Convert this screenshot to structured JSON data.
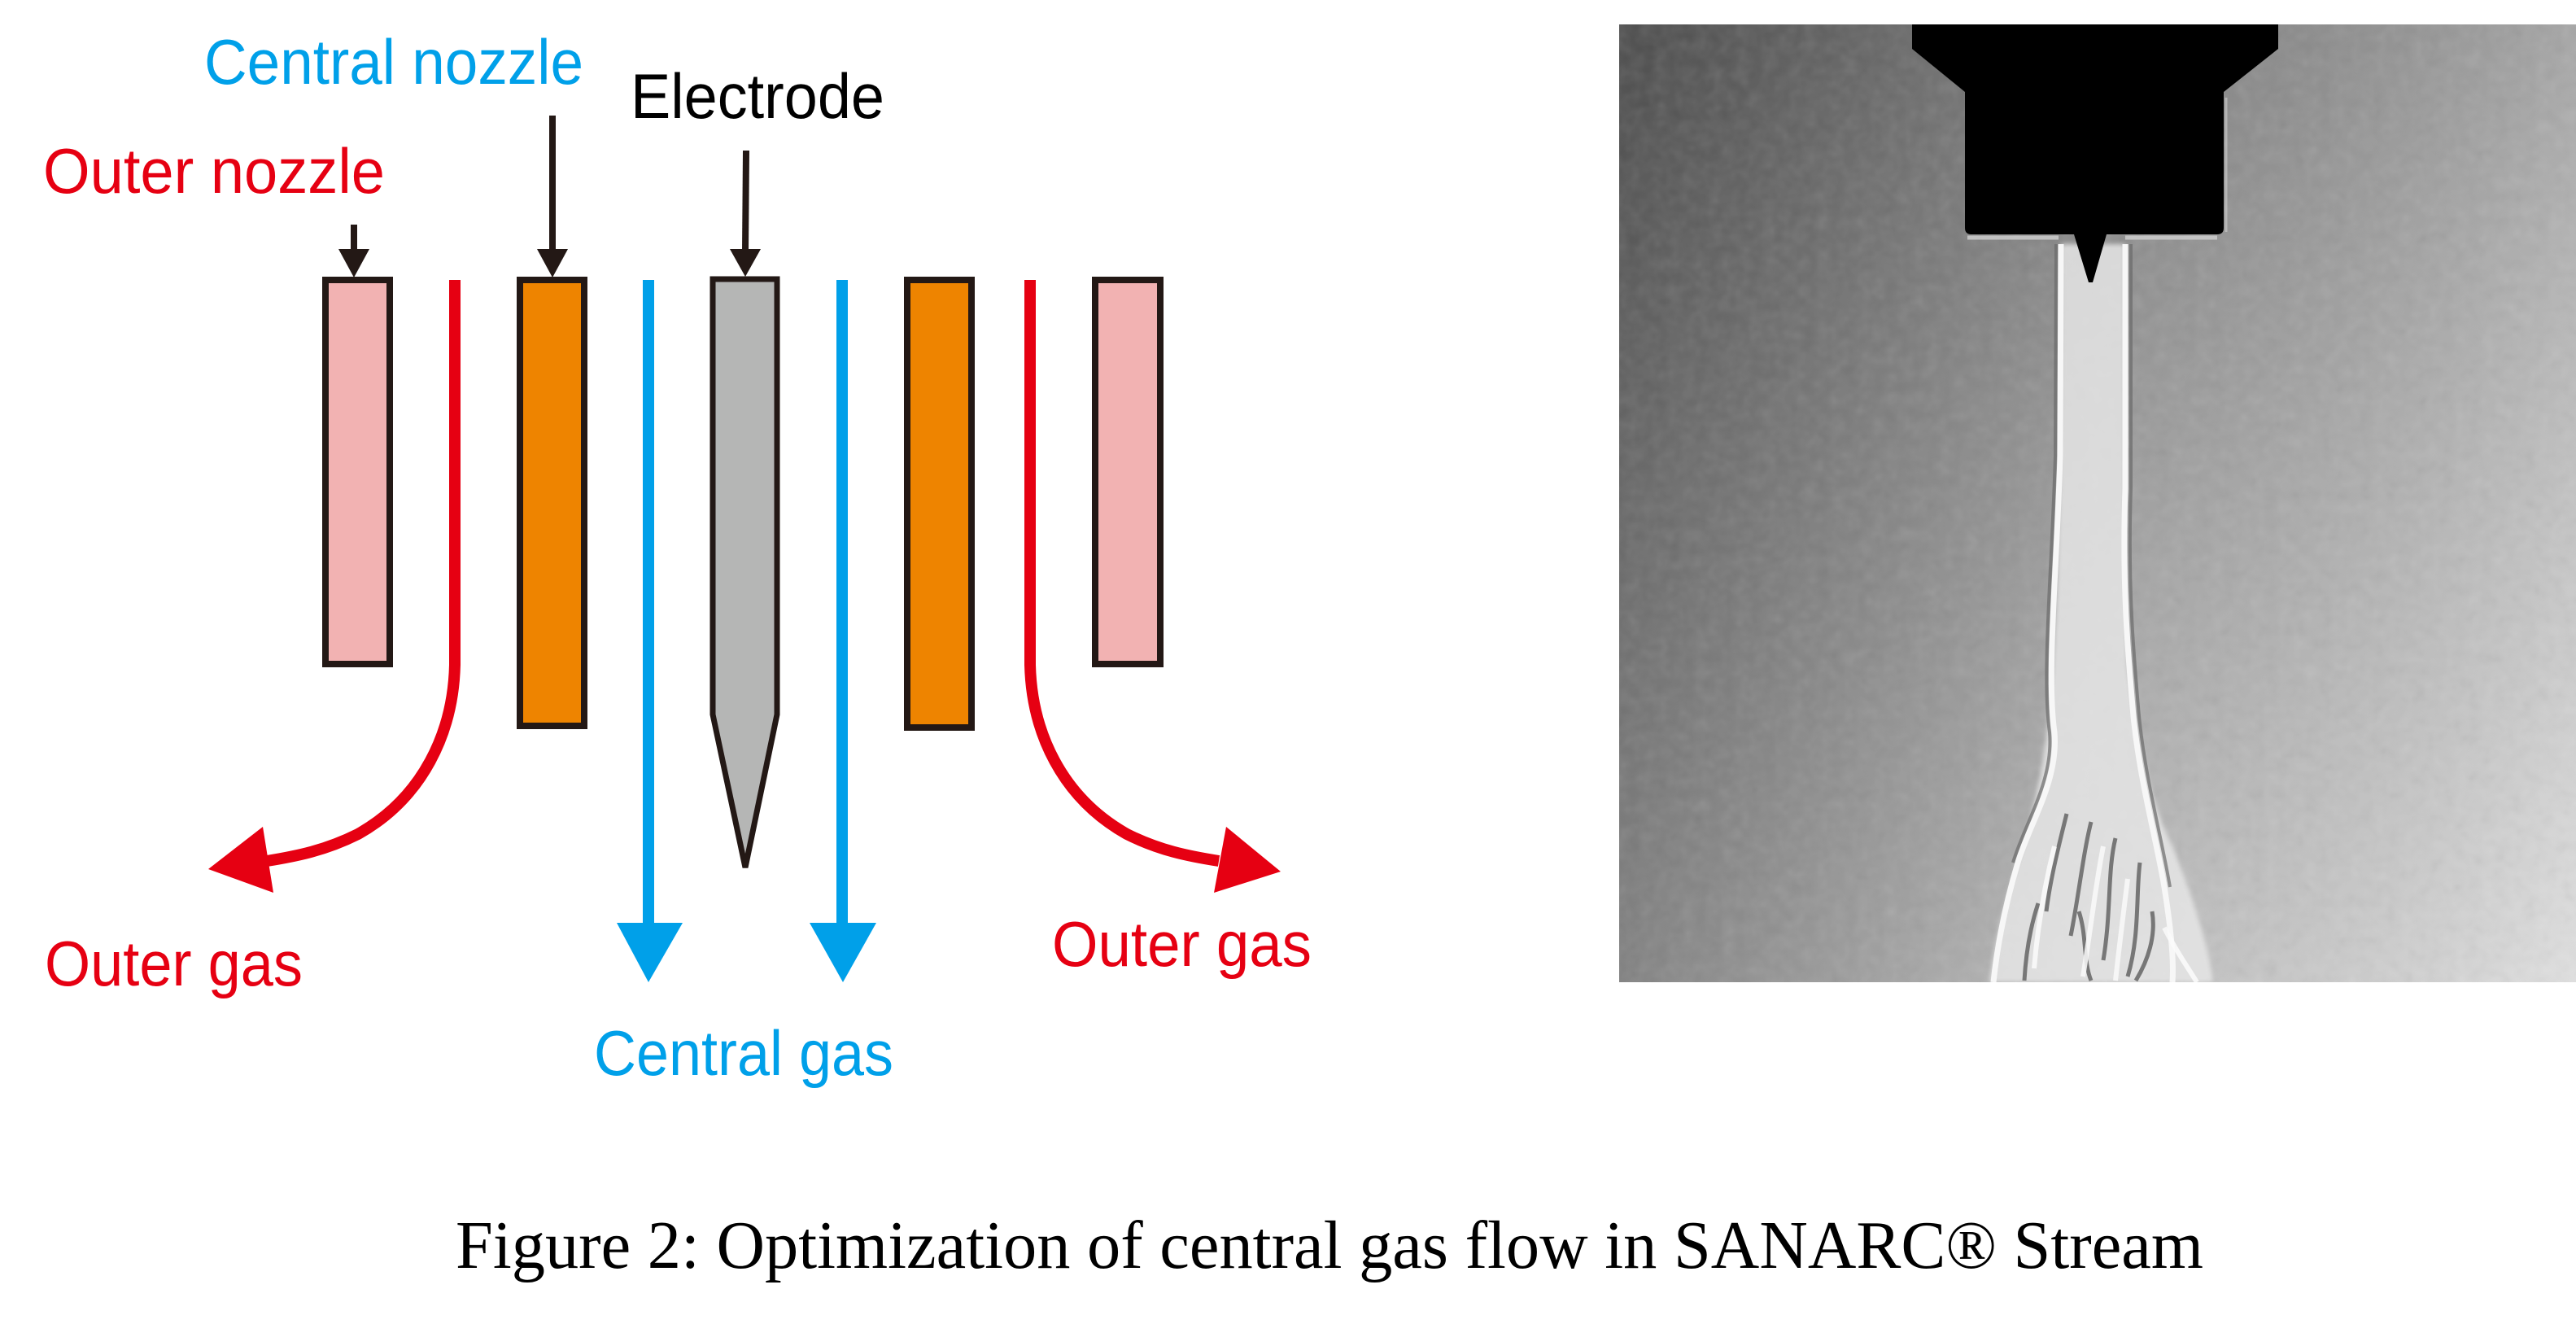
{
  "figure": {
    "caption": "Figure 2: Optimization of central gas flow in SANARC® Stream"
  },
  "diagram": {
    "labels": {
      "central_nozzle": "Central nozzle",
      "electrode": "Electrode",
      "outer_nozzle": "Outer nozzle",
      "outer_gas_left": "Outer gas",
      "outer_gas_right": "Outer gas",
      "central_gas": "Central gas"
    },
    "colors": {
      "outer": "#e60012",
      "central": "#00a0e9",
      "outer_nozzle_fill": "#f2b2b2",
      "central_nozzle_fill": "#ee8400",
      "electrode_fill": "#b5b6b5",
      "outline": "#231815",
      "label_black": "#000000"
    }
  },
  "photo": {
    "subject": "schlieren-photo-of-gas-stream"
  }
}
